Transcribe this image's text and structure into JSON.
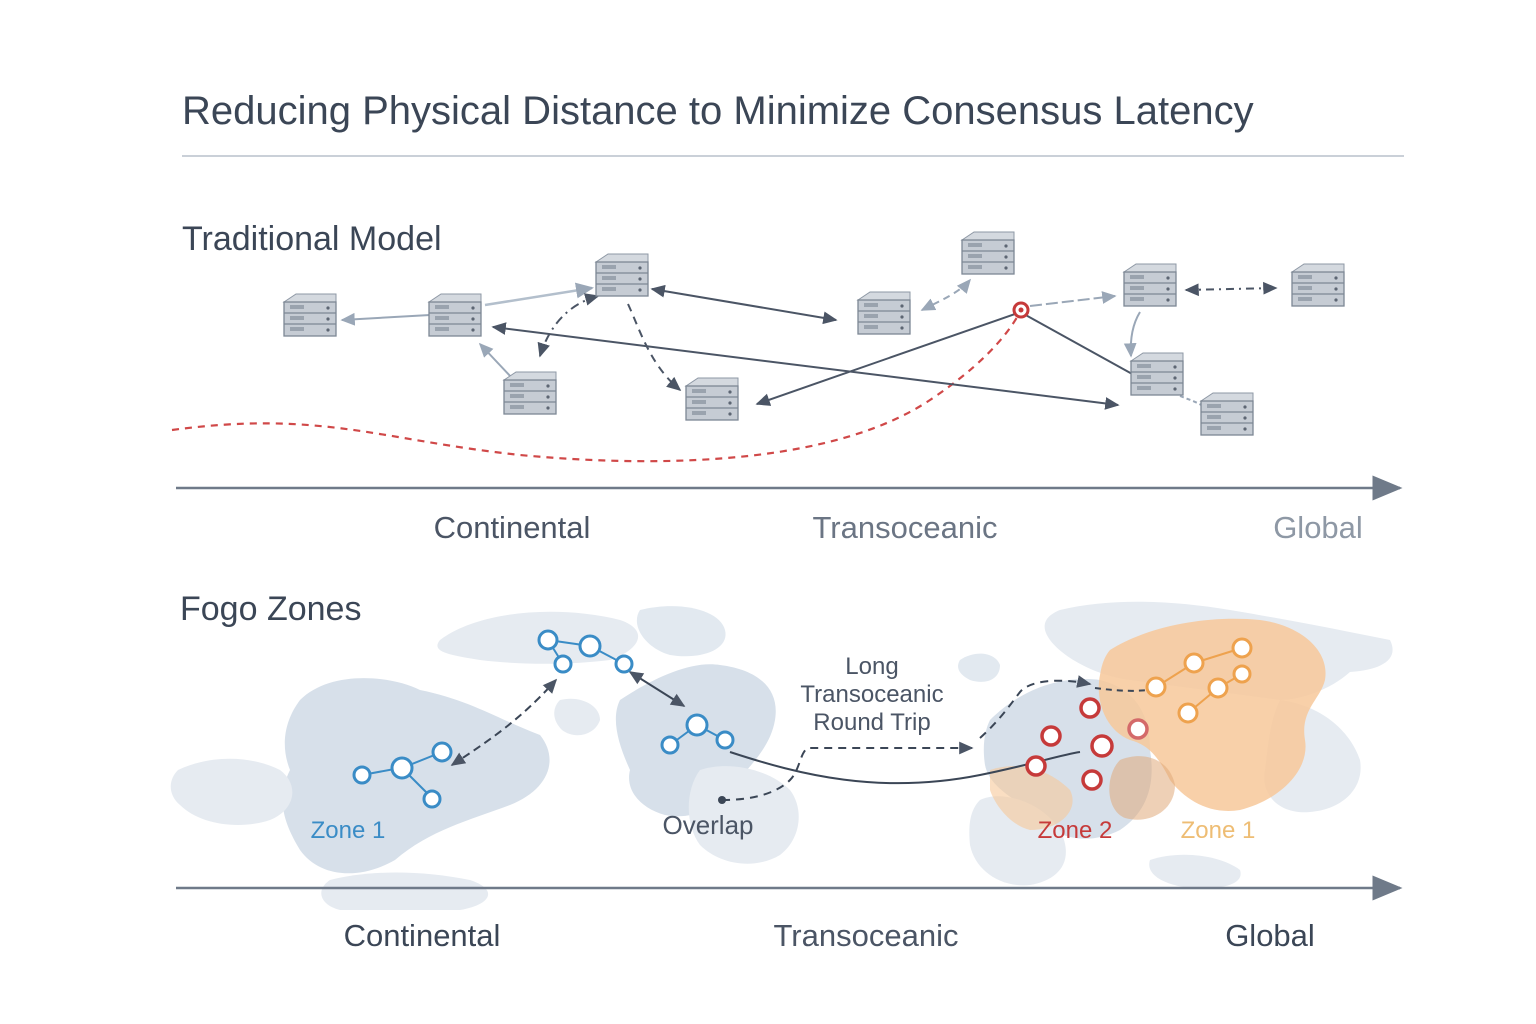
{
  "title": "Reducing Physical Distance to Minimize Consensus Latency",
  "traditional": {
    "heading": "Traditional Model",
    "axis": [
      "Continental",
      "Transoceanic",
      "Global"
    ],
    "node_icon": "server-rack-icon"
  },
  "fogo": {
    "heading": "Fogo Zones",
    "axis": [
      "Continental",
      "Transoceanic",
      "Global"
    ],
    "zone_a_label": "Zone 1",
    "overlap_label": "Overlap",
    "round_trip_lines": [
      "Long",
      "Transoceanic",
      "Round Trip"
    ],
    "zone_b_label": "Zone 2",
    "zone_c_label": "Zone 1"
  },
  "colors": {
    "title": "#3b4656",
    "axis_line": "#6f7a89",
    "zone_blue": "#3a8cc6",
    "zone_red": "#c63a3a",
    "zone_orange": "#eea24e",
    "latency_dashed": "#d04848",
    "land": "#dfe6ee"
  }
}
